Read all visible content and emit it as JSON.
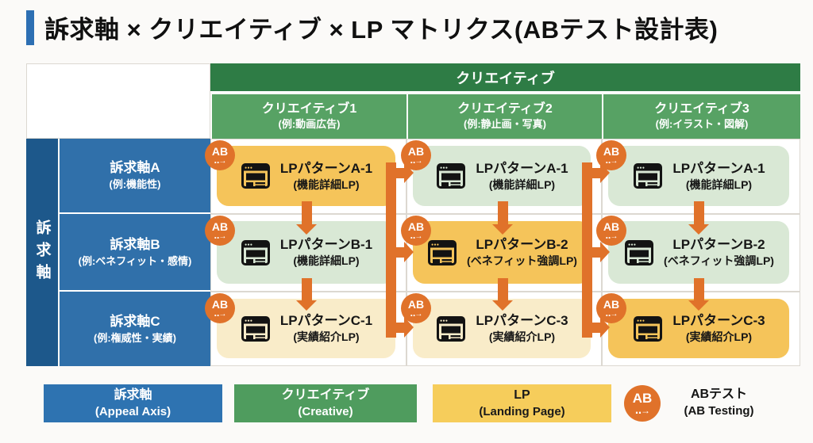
{
  "title": "訴求軸 × クリエイティブ × LP マトリクス(ABテスト設計表)",
  "colors": {
    "page_bg": "#fbfaf8",
    "accent_blue": "#2d6fb3",
    "header_green_dark": "#2e7c45",
    "header_green": "#57a264",
    "axis_dark_blue": "#1d588b",
    "axis_blue": "#3070aa",
    "cell_gold": "#f5c45a",
    "cell_green": "#d9e8d5",
    "cell_cream": "#f9ecc9",
    "orange": "#e0722a",
    "legend_blue": "#2e73b1",
    "legend_green": "#4f9c5e",
    "legend_yellow": "#f6cd5b",
    "grid_line": "#dcd8d1"
  },
  "table": {
    "column_group_header": "クリエイティブ",
    "row_group_label": "訴求軸",
    "columns": [
      {
        "label": "クリエイティブ1",
        "example": "(例:動画広告)"
      },
      {
        "label": "クリエイティブ2",
        "example": "(例:静止画・写真)"
      },
      {
        "label": "クリエイティブ3",
        "example": "(例:イラスト・図解)"
      }
    ],
    "rows": [
      {
        "label": "訴求軸A",
        "example": "(例:機能性)"
      },
      {
        "label": "訴求軸B",
        "example": "(例:ベネフィット・感情)"
      },
      {
        "label": "訴求軸C",
        "example": "(例:権威性・実績)"
      }
    ],
    "cells": [
      {
        "title": "LPパターンA-1",
        "subtitle": "(機能詳細LP)",
        "variant": "gold"
      },
      {
        "title": "LPパターンA-1",
        "subtitle": "(機能詳細LP)",
        "variant": "green"
      },
      {
        "title": "LPパターンA-1",
        "subtitle": "(機能詳細LP)",
        "variant": "green"
      },
      {
        "title": "LPパターンB-1",
        "subtitle": "(機能詳細LP)",
        "variant": "green"
      },
      {
        "title": "LPパターンB-2",
        "subtitle": "(ベネフィット強調LP)",
        "variant": "gold"
      },
      {
        "title": "LPパターンB-2",
        "subtitle": "(ベネフィット強調LP)",
        "variant": "green"
      },
      {
        "title": "LPパターンC-1",
        "subtitle": "(実績紹介LP)",
        "variant": "cream"
      },
      {
        "title": "LPパターンC-3",
        "subtitle": "(実績紹介LP)",
        "variant": "cream"
      },
      {
        "title": "LPパターンC-3",
        "subtitle": "(実績紹介LP)",
        "variant": "gold"
      }
    ]
  },
  "badge": {
    "text": "AB",
    "arrow": "‥→"
  },
  "legend": {
    "items": [
      {
        "label": "訴求軸",
        "sublabel": "(Appeal Axis)"
      },
      {
        "label": "クリエイティブ",
        "sublabel": "(Creative)"
      },
      {
        "label": "LP",
        "sublabel": "(Landing Page)"
      },
      {
        "label": "ABテスト",
        "sublabel": "(AB Testing)"
      }
    ]
  }
}
